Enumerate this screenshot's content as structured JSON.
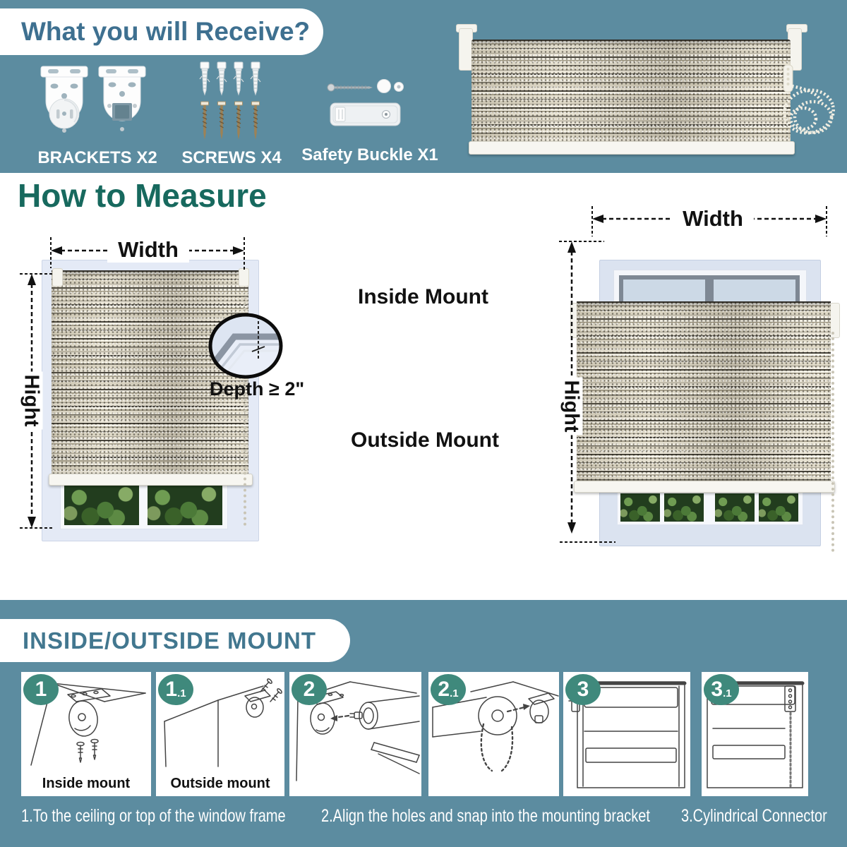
{
  "colors": {
    "background_teal": "#5c8ca0",
    "banner_text_blue": "#3e7090",
    "heading_green": "#17695e",
    "pill_text_blue": "#42778f",
    "badge_green": "#3f897c",
    "text_black": "#111111",
    "text_white": "#ffffff"
  },
  "receive": {
    "title": "What you will Receive?",
    "items": [
      "BRACKETS X2",
      "SCREWS X4",
      "Safety Buckle X1"
    ]
  },
  "measure": {
    "title": "How to Measure",
    "width_label": "Width",
    "height_label": "Hight",
    "depth_label": "Depth ≥ 2\"",
    "inside_label": "Inside Mount",
    "outside_label": "Outside Mount"
  },
  "mount": {
    "title": "INSIDE/OUTSIDE MOUNT",
    "steps": [
      {
        "num": "1",
        "sub": "",
        "label": "Inside mount"
      },
      {
        "num": "1",
        "sub": ".1",
        "label": "Outside mount"
      },
      {
        "num": "2",
        "sub": ""
      },
      {
        "num": "2",
        "sub": ".1"
      },
      {
        "num": "3",
        "sub": ""
      },
      {
        "num": "3",
        "sub": ".1"
      }
    ],
    "captions": [
      "1.To the ceiling or top of the window frame",
      "2.Align the holes and snap into the mounting bracket",
      "3.Cylindrical Connector"
    ]
  }
}
